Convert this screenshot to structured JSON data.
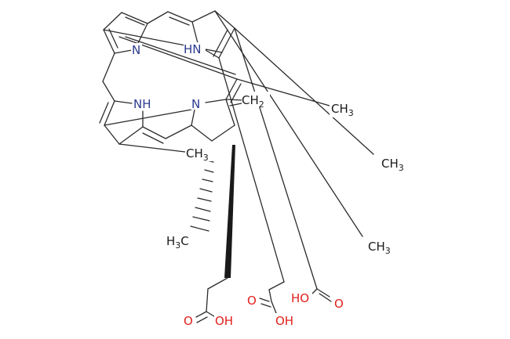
{
  "colors": {
    "carbon": "#1a1a1a",
    "nitrogen": "#2b3a8f",
    "oxygen": "#e0201b",
    "bond": "#2b2b2b"
  },
  "atoms": {
    "n1": "N",
    "n2": "HN",
    "n3": "NH",
    "n4": "N",
    "ch2": "CH",
    "ch2_sub": "2",
    "ch3_a": "CH",
    "ch3_a_sub": "3",
    "ch3_b": "CH",
    "ch3_b_sub": "3",
    "ch3_c": "CH",
    "ch3_c_sub": "3",
    "ch3_ring": "CH",
    "ch3_ring_sub": "3",
    "h3c": "H",
    "h3c_sub": "3",
    "h3c_c": "C",
    "o_acid1_dbl": "O",
    "oh_acid1": "OH",
    "o_acid2_dbl": "O",
    "oh_acid2": "OH",
    "ho_acid3": "HO",
    "o_acid3_dbl": "O"
  }
}
